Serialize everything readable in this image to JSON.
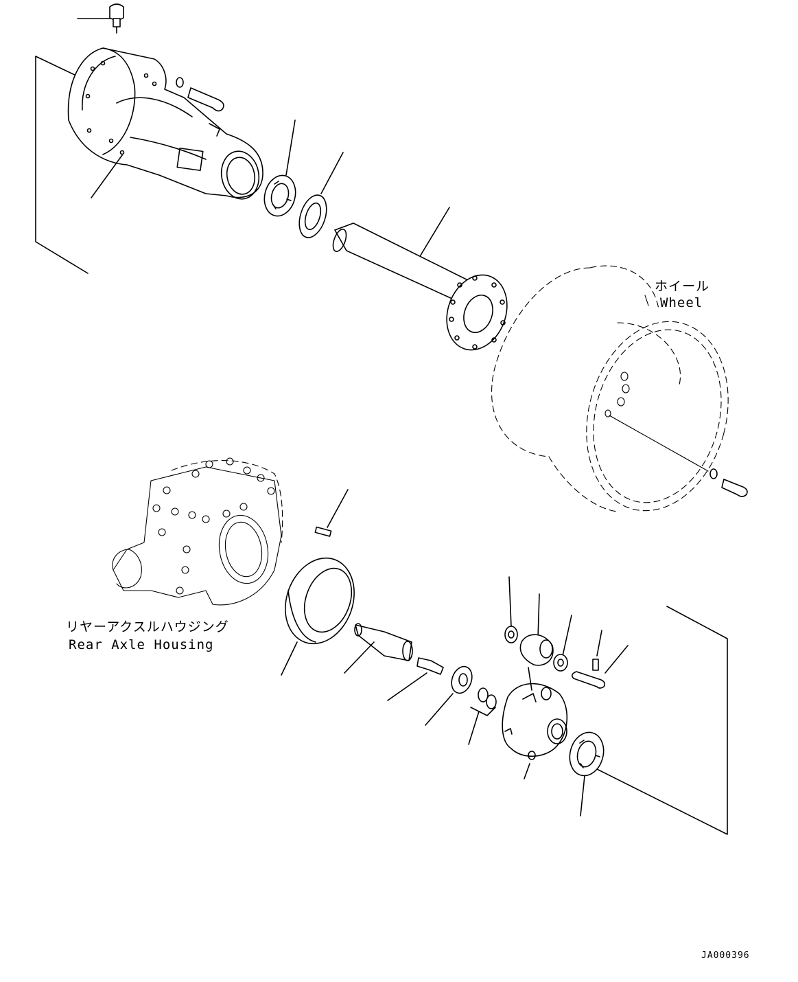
{
  "labels": {
    "wheel_jp": "ホイール",
    "wheel_en": "Wheel",
    "housing_jp": "リヤーアクスルハウジング",
    "housing_en": "Rear Axle Housing"
  },
  "drawing_code": "JA000396"
}
